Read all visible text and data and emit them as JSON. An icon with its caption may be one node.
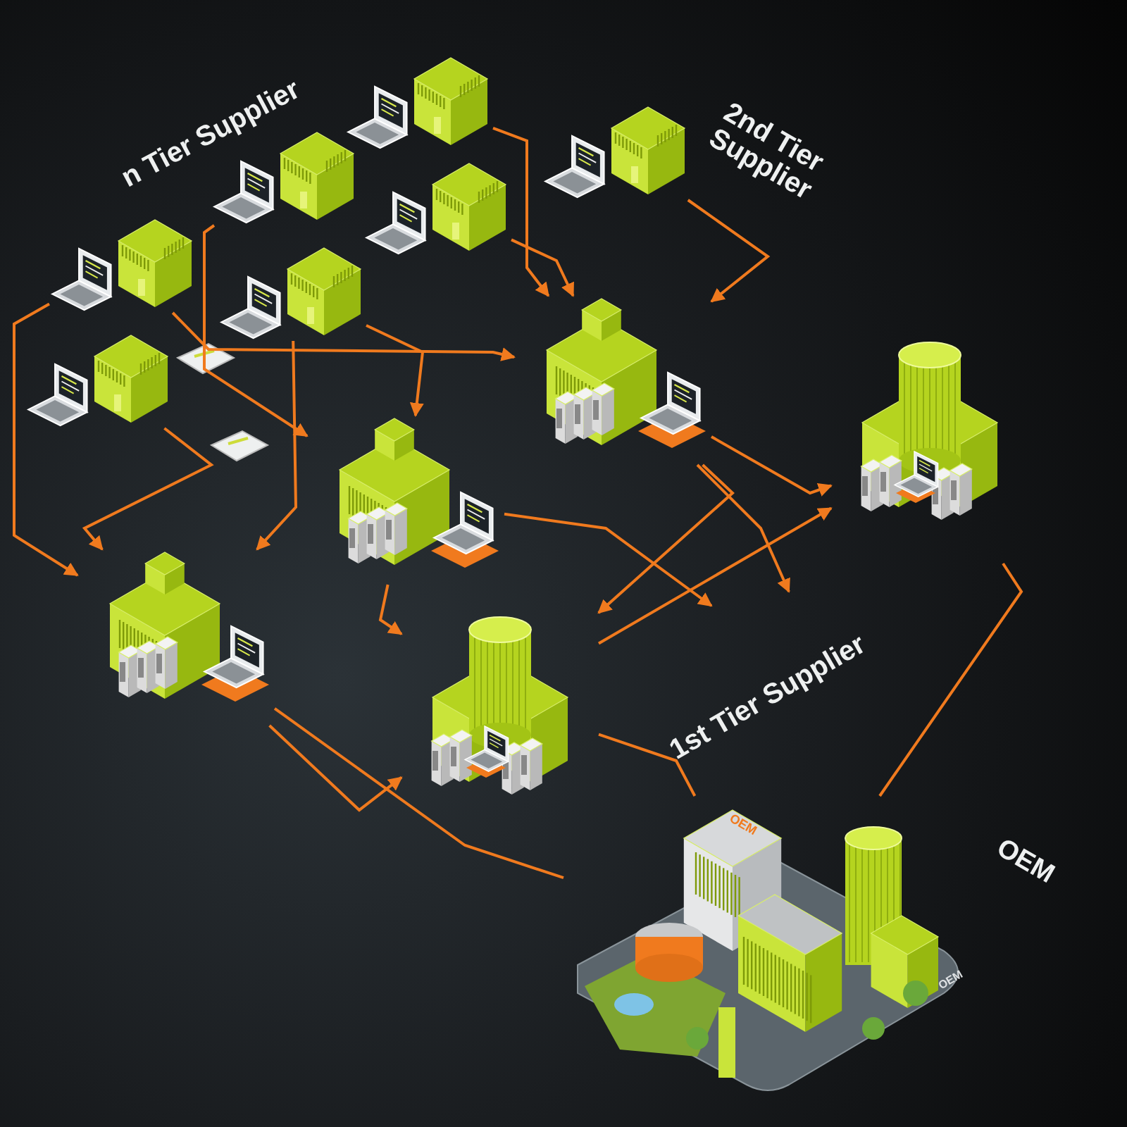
{
  "diagram": {
    "nodes": [
      {
        "text": [],
        "shape": "picture"
      },
      {
        "text": [],
        "shape": "picture"
      },
      {
        "text": [],
        "shape": "picture"
      },
      {
        "text": [],
        "shape": "picture"
      },
      {
        "text": [],
        "shape": "picture"
      },
      {
        "text": [],
        "shape": "picture"
      },
      {
        "text": [],
        "shape": "picture"
      },
      {
        "text": [],
        "shape": "picture"
      },
      {
        "text": [],
        "shape": "picture"
      },
      {
        "text": [],
        "shape": "picture"
      },
      {
        "text": [],
        "shape": "picture"
      },
      {
        "text": [],
        "shape": "picture"
      },
      {
        "text": [],
        "shape": "picture"
      }
    ],
    "edges": [
      {
        "from": 1,
        "to": 7,
        "arrow": "to"
      },
      {
        "from": 0,
        "to": 7,
        "arrow": "to"
      },
      {
        "from": 3,
        "to": 7,
        "arrow": "to"
      },
      {
        "from": 2,
        "to": 8,
        "arrow": "to"
      },
      {
        "from": 5,
        "to": 8,
        "arrow": "to"
      },
      {
        "from": 4,
        "to": 10,
        "arrow": "to"
      },
      {
        "from": 6,
        "to": 10,
        "arrow": "to"
      },
      {
        "from": 5,
        "to": 10,
        "arrow": "to"
      },
      {
        "from": 4,
        "to": 7,
        "arrow": "to"
      },
      {
        "from": 7,
        "to": 9,
        "arrow": "to"
      },
      {
        "from": 8,
        "to": 11,
        "arrow": "to"
      },
      {
        "from": 7,
        "to": 11,
        "arrow": "to"
      },
      {
        "from": 10,
        "to": 11,
        "arrow": "to"
      },
      {
        "from": 11,
        "to": 9,
        "arrow": "to"
      },
      {
        "from": 9,
        "to": 12,
        "arrow": "none"
      },
      {
        "from": 10,
        "to": 12,
        "arrow": "none"
      },
      {
        "from": 11,
        "to": 12,
        "arrow": "none"
      },
      {
        "from": 8,
        "to": null,
        "arrow": "to"
      },
      {
        "from": 7,
        "to": null,
        "arrow": "to"
      }
    ],
    "labels": [
      "n Tier Supplier",
      "2nd Tier Supplier",
      "1st Tier Supplier",
      "OEM",
      "OEM",
      "OEM"
    ]
  }
}
